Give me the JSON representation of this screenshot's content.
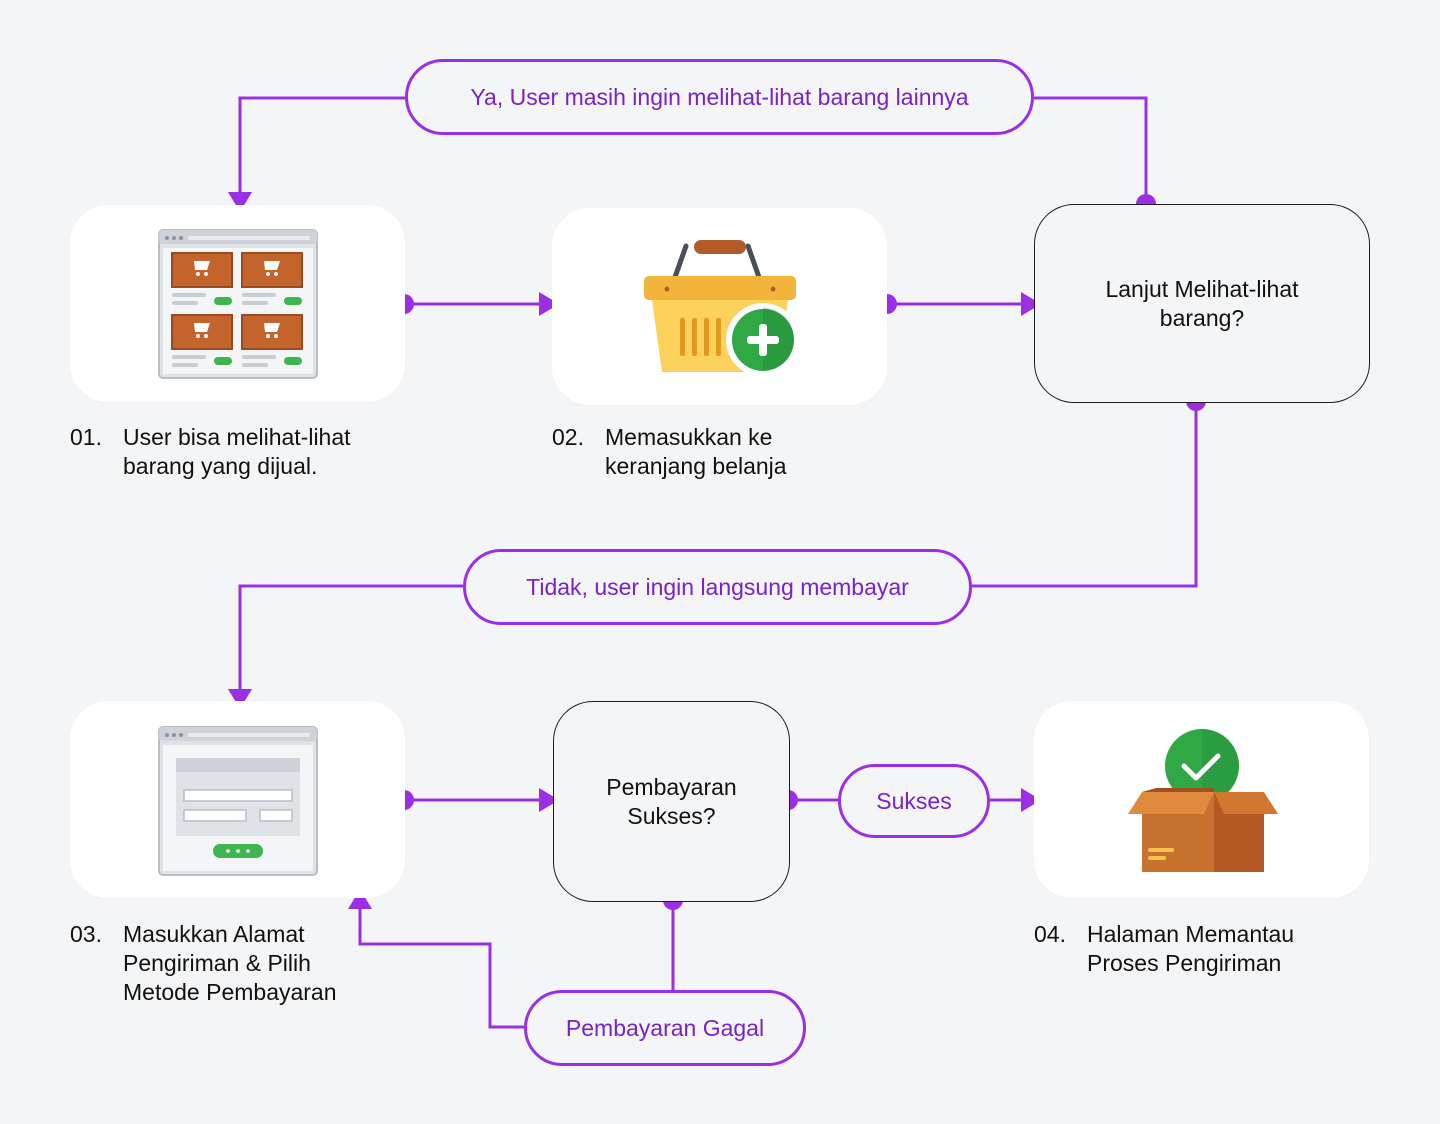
{
  "edges": {
    "loop_back": "Ya, User masih ingin melihat-lihat barang lainnya",
    "to_payment": "Tidak, user ingin langsung membayar",
    "success": "Sukses",
    "failed": "Pembayaran Gagal"
  },
  "decisions": {
    "continue_browsing": "Lanjut Melihat-lihat\nbarang?",
    "payment_success": "Pembayaran\nSukses?"
  },
  "steps": [
    {
      "num": "01.",
      "text": "User bisa melihat-lihat\nbarang yang dijual."
    },
    {
      "num": "02.",
      "text": "Memasukkan ke\nkeranjang belanja"
    },
    {
      "num": "03.",
      "text": "Masukkan Alamat\nPengiriman & Pilih\nMetode Pembayaran"
    },
    {
      "num": "04.",
      "text": "Halaman Memantau\nProses Pengiriman"
    }
  ],
  "colors": {
    "connector": "#9b2fe3",
    "label_text": "#7a22c9",
    "card": "#ffffff",
    "background": "#f4f5f7"
  },
  "icons": {
    "step1": "product-catalog-icon",
    "step2": "shopping-basket-add-icon",
    "step3": "checkout-form-icon",
    "step4": "delivered-box-check-icon"
  }
}
